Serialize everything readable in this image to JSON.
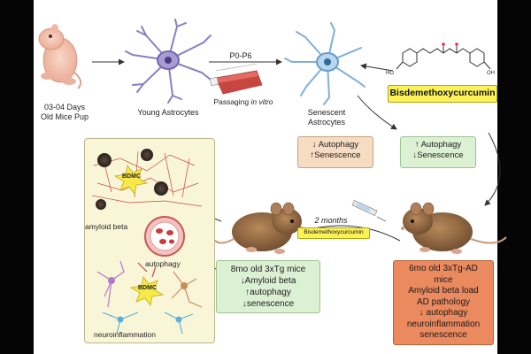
{
  "pup_label_line1": "03-04 Days",
  "pup_label_line2": "Old Mice Pup",
  "young_astro_label": "Young Astrocytes",
  "passage_top": "P0-P6",
  "passage_bottom_prefix": "Passaging ",
  "passage_bottom_italic": "in vitro",
  "senescent_line1": "Senescent",
  "senescent_line2": "Astrocytes",
  "compound_name": "Bisdemethoxycurcumin",
  "ho_left": "HO",
  "ho_right": "OH",
  "orange_box": {
    "line1": "↓ Autophagy",
    "line2": "↑Senescence"
  },
  "green_top_box": {
    "line1": "↑ Autophagy",
    "line2": "↓Senescence"
  },
  "duration_label": "2 months",
  "small_compound": "Bisdemethoxycurcumin",
  "left_mouse_box": [
    "8mo old 3xTg mice",
    "↓Amyloid beta",
    "↑autophagy",
    "↓senescence"
  ],
  "right_mouse_box": [
    "6mo old 3xTg-AD",
    "mice",
    "Amyloid beta load",
    "AD pathology",
    "↓ autophagy",
    "neuroinflammation",
    "senescence"
  ],
  "panel": {
    "bdmc_1": "BDMC",
    "bdmc_2": "BDMC",
    "amyloid_label": "amyloid beta",
    "autophagy_label": "autophagy",
    "neuro_label": "neuroinflammation"
  },
  "colors": {
    "astro_purple": "#8a7fc0",
    "astro_blue": "#7fb0d8",
    "orange_box": "#f6dcc2",
    "green_box": "#dcf0d3",
    "red_box": "#eb8a5e",
    "yellow": "#fbf25a",
    "panel_bg": "#f9f6d8"
  }
}
